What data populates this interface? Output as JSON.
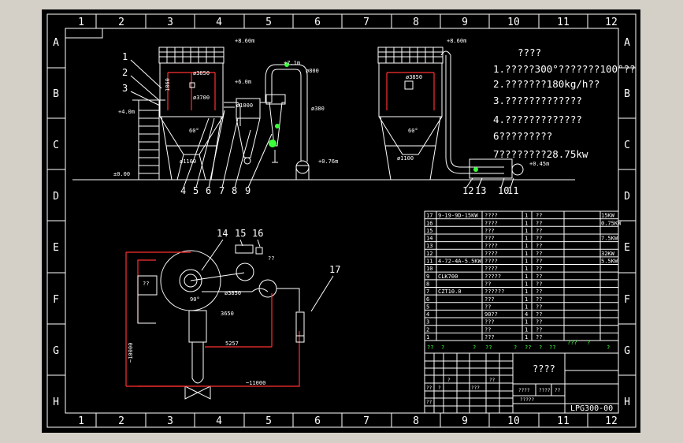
{
  "border": {
    "columns": [
      "1",
      "2",
      "3",
      "4",
      "5",
      "6",
      "7",
      "8",
      "9",
      "10",
      "11",
      "12"
    ],
    "rows": [
      "A",
      "B",
      "C",
      "D",
      "E",
      "F",
      "G",
      "H"
    ]
  },
  "elevation": {
    "level_860_left": "+8.60m",
    "level_860_right": "+8.60m",
    "level_71": "+7.1m",
    "level_60": "+6.0m",
    "level_40": "+4.0m",
    "level_000": "±0.00",
    "level_076": "+0.76m",
    "level_045": "+0.45m",
    "dim_3850_left": "ø3850",
    "dim_3700": "ø3700",
    "dim_1000": "ø1000",
    "dim_800": "ø800",
    "dim_1100_left": "ø1100",
    "dim_1100_right": "ø1100",
    "dim_380": "ø380",
    "dim_3850_right": "ø3850",
    "angle_left": "60°",
    "angle_right": "60°",
    "height_1860": "1860",
    "callouts_top": [
      "1",
      "2",
      "3"
    ],
    "callouts_bottom": [
      "4",
      "5",
      "6",
      "7",
      "8",
      "9"
    ],
    "callouts_right": [
      "12",
      "13",
      "10",
      "11"
    ]
  },
  "notes": {
    "heading": "????",
    "items": [
      "1.?????300°???????100°??",
      "2.???????180kg/h??",
      "3.?????????????",
      "4.?????????????",
      "6?????????",
      "7????????28.75kw"
    ]
  },
  "plan": {
    "callouts": [
      "14",
      "15",
      "16",
      "17"
    ],
    "dim_3850": "ø3850",
    "dim_3650": "3650",
    "dim_5257": "5257",
    "dim_10000": "~10000",
    "dim_11000": "~11000",
    "dim_90": "90°",
    "label_mark_left": "??",
    "label_mark_right": "??"
  },
  "parts_table": {
    "rows": [
      {
        "no": "17",
        "code": "9-19-9D-15KW",
        "name": "????",
        "qty": "1",
        "mat": "??",
        "note": "15KW"
      },
      {
        "no": "16",
        "code": "",
        "name": "????",
        "qty": "1",
        "mat": "??",
        "note": "0.75KW"
      },
      {
        "no": "15",
        "code": "",
        "name": "???",
        "qty": "1",
        "mat": "??",
        "note": ""
      },
      {
        "no": "14",
        "code": "",
        "name": "???",
        "qty": "1",
        "mat": "??",
        "note": "7.5KW"
      },
      {
        "no": "13",
        "code": "",
        "name": "????",
        "qty": "1",
        "mat": "??",
        "note": ""
      },
      {
        "no": "12",
        "code": "",
        "name": "????",
        "qty": "1",
        "mat": "??",
        "note": "32KW"
      },
      {
        "no": "11",
        "code": "4-72-4A-5.5KW",
        "name": "????",
        "qty": "1",
        "mat": "??",
        "note": "5.5KW"
      },
      {
        "no": "10",
        "code": "",
        "name": "????",
        "qty": "1",
        "mat": "??",
        "note": ""
      },
      {
        "no": "9",
        "code": "CLK700",
        "name": "?????",
        "qty": "1",
        "mat": "??",
        "note": ""
      },
      {
        "no": "8",
        "code": "",
        "name": "??",
        "qty": "1",
        "mat": "??",
        "note": ""
      },
      {
        "no": "7",
        "code": "CZT10.0",
        "name": "??????",
        "qty": "1",
        "mat": "??",
        "note": ""
      },
      {
        "no": "6",
        "code": "",
        "name": "???",
        "qty": "1",
        "mat": "??",
        "note": ""
      },
      {
        "no": "5",
        "code": "",
        "name": "??",
        "qty": "1",
        "mat": "??",
        "note": ""
      },
      {
        "no": "4",
        "code": "",
        "name": "90??",
        "qty": "4",
        "mat": "??",
        "note": ""
      },
      {
        "no": "3",
        "code": "",
        "name": "???",
        "qty": "1",
        "mat": "??",
        "note": ""
      },
      {
        "no": "2",
        "code": "",
        "name": "??",
        "qty": "1",
        "mat": "??",
        "note": ""
      },
      {
        "no": "1",
        "code": "",
        "name": "???",
        "qty": "1",
        "mat": "??",
        "note": ""
      }
    ],
    "header": [
      "??",
      "?",
      "?",
      "??",
      "?",
      "??",
      "?",
      "??",
      "???",
      "?",
      "?"
    ]
  },
  "title_block": {
    "title": "????",
    "drawing_no": "LPG300-00",
    "cell_a": "??",
    "cell_b": "?",
    "cell_c": "?",
    "cell_d": "???",
    "cell_e": "??",
    "cell_f": "??",
    "cell_g": "????",
    "cell_h": "?????",
    "cell_i": "????",
    "cell_j": "??"
  }
}
